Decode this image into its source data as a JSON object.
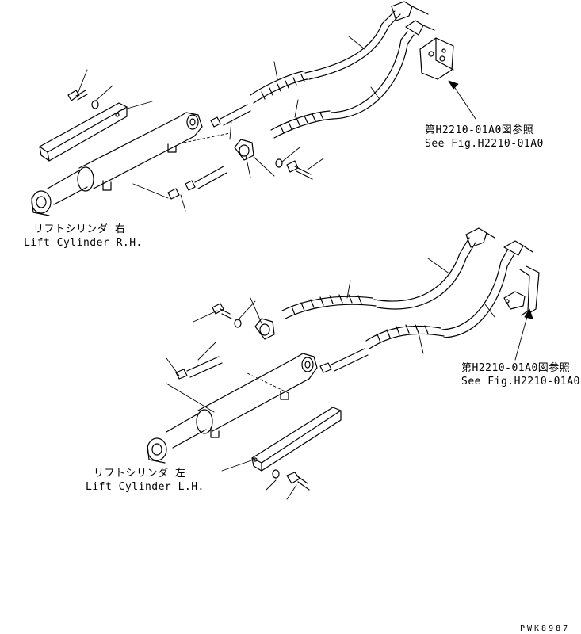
{
  "upper": {
    "cylinder_jp": "リフトシリンダ 右",
    "cylinder_en": "Lift Cylinder R.H.",
    "ref_jp": "第H2210-01A0図参照",
    "ref_en": "See Fig.H2210-01A0"
  },
  "lower": {
    "cylinder_jp": "リフトシリンダ 左",
    "cylinder_en": "Lift Cylinder L.H.",
    "ref_jp": "第H2210-01A0図参照",
    "ref_en": "See Fig.H2210-01A0"
  },
  "drawing_code": "PWK8987"
}
